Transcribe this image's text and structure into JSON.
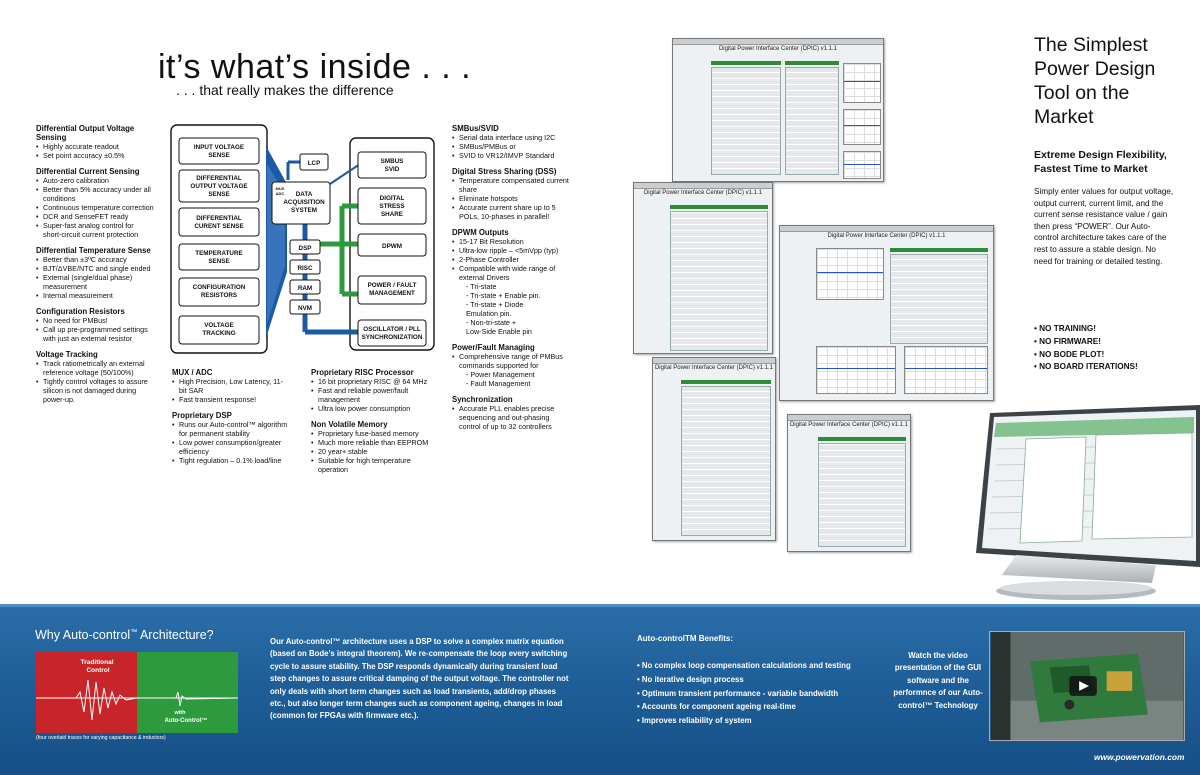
{
  "header": {
    "title": "it’s what’s inside . . .",
    "subtitle": ". . . that really makes the difference"
  },
  "left_col": [
    {
      "h": "Differential Output Voltage Sensing",
      "items": [
        "Highly accurate readout",
        "Set point accuracy ±0.5%"
      ]
    },
    {
      "h": "Differential Current Sensing",
      "items": [
        "Auto-zero calibration",
        "Better than 5% accuracy under all conditions",
        "Continuous temperature correction",
        "DCR and SenseFET ready",
        "Super-fast analog control for short-circuit current protection"
      ]
    },
    {
      "h": "Differential Temperature Sense",
      "items": [
        "Better than ±3ºC accuracy",
        "BJT/ΔVBE/NTC and single ended",
        "External (single/dual phase) measurement",
        "Internal measurement"
      ]
    },
    {
      "h": "Configuration Resistors",
      "items": [
        "No need for PMBus!",
        "Call up pre-programmed settings with just an external resistor"
      ]
    },
    {
      "h": "Voltage Tracking",
      "items": [
        "Track ratiometrically an external reference voltage (50/100%)",
        "Tightly control voltages to assure silicon is not damaged during power-up."
      ]
    }
  ],
  "diagram": {
    "blocks": {
      "input_voltage": "INPUT VOLTAGE SENSE",
      "diff_output": "DIFFERENTIAL OUTPUT VOLTAGE SENSE",
      "diff_current": "DIFFERENTIAL CURENT SENSE",
      "temperature": "TEMPERATURE SENSE",
      "config": "CONFIGURATION RESISTORS",
      "voltage_tracking": "VOLTAGE TRACKING",
      "lcp": "LCP",
      "mux": "MUX ADC",
      "daq": "DATA ACQUISITION SYSTEM",
      "dsp": "DSP",
      "risc": "RISC",
      "ram": "RAM",
      "nvm": "NVM",
      "smbus": "SMBUS SVID",
      "dss": "DIGITAL STRESS SHARE",
      "dpwm": "DPWM",
      "power_fault": "POWER / FAULT MANAGEMENT",
      "osc": "OSCILLATOR / PLL SYNCHRONIZATION"
    }
  },
  "mid_col1": [
    {
      "h": "MUX / ADC",
      "items": [
        "High Precision, Low Latency, 11-bit SAR",
        "Fast transient response!"
      ]
    },
    {
      "h": "Proprietary DSP",
      "items": [
        "Runs our Auto-control™ algorithm for permanent stability",
        "Low power consumption/greater efficiency",
        "Tight regulation – 0.1% load/line"
      ]
    }
  ],
  "mid_col2": [
    {
      "h": "Proprietary RISC Processor",
      "items": [
        "16 bit proprietary RISC @ 64 MHz",
        "Fast and reliable power/fault management",
        "Ultra low power consumption"
      ]
    },
    {
      "h": "Non Volatile Memory",
      "items": [
        "Proprietary fuse-based memory",
        "Much more reliable than EEPROM",
        "20 year+ stable",
        "Suitable for high temperature operation"
      ]
    }
  ],
  "right_text_col": [
    {
      "h": "SMBus/SVID",
      "items": [
        "Serial data interface using I2C",
        "SMBus/PMBus  or",
        "SVID to VR12/IMVP Standard"
      ]
    },
    {
      "h": "Digital Stress Sharing (DSS)",
      "items": [
        "Temperature compensated current share",
        "Eliminate hotspots",
        "Accurate current share up to 5 POLs, 10-phases in parallel!"
      ]
    },
    {
      "h": "DPWM Outputs",
      "items": [
        "15-17 Bit Resolution",
        "Ultra-low ripple – <5mVpp (typ)",
        "2-Phase Controller",
        "Compatible with wide range of external Drivers"
      ],
      "sub": [
        "- Tri-state",
        "- Tri-state + Enable pin.",
        "- Tri-state + Diode",
        "  Emulation pin.",
        "- Non-tri-state +",
        "  Low-Side Enable pin"
      ]
    },
    {
      "h": "Power/Fault Managing",
      "items": [
        "Comprehensive range of PMBus commands supported for"
      ],
      "sub": [
        "- Power Management",
        "- Fault Management"
      ]
    },
    {
      "h": "Synchronization",
      "items": [
        "Accurate PLL enables precise sequencing and out-phasing control of up to 32 controllers"
      ]
    }
  ],
  "screens": {
    "title": "Digital Power Interface Center (DPIC) v1.1.1"
  },
  "sidebar": {
    "title_lines": [
      "The Simplest",
      "Power Design",
      "Tool on the",
      "Market"
    ],
    "subhead_lines": [
      "Extreme Design Flexibility,",
      "Fastest Time to Market"
    ],
    "body": "Simply enter values for output voltage, output current, current limit, and the current sense resistance value / gain then press “POWER”.  Our Auto-control architecture takes care of the rest to assure a stable design. No need for training or detailed testing.",
    "bullets": [
      "• NO TRAINING!",
      "• NO FIRMWARE!",
      "• NO BODE PLOT!",
      "• NO BOARD ITERATIONS!"
    ]
  },
  "band": {
    "why_title": "Why Auto-control",
    "why_tm": "™",
    "why_rest": " Architecture?",
    "traditional": "Traditional Control",
    "with_label": "with",
    "auto_label": "Auto-Control™",
    "trace_note": "(four overlaid traces for varying capacitance & inductors)",
    "paragraph": "Our Auto-control™ architecture uses a DSP to solve a complex matrix equation (based on Bode’s integral theorem). We re-compensate the loop every switching cycle to assure stability. The DSP responds dynamically during transient load step changes to assure critical damping of the output voltage. The controller not only deals with short term changes such as load transients, add/drop phases etc., but also longer term changes such as component ageing, changes in load (common for FPGAs with firmware etc.).",
    "benefits_title": "Auto-controlTM Benefits:",
    "benefits": [
      "• No complex loop compensation calculations and testing",
      "• No iterative design process",
      "• Optimum transient performance - variable bandwidth",
      "• Accounts for component ageing real-time",
      "• Improves reliability of system"
    ],
    "watch": "Watch the video presentation of the GUI software and the performnce of our Auto-control™ Technology",
    "url": "www.powervation.com"
  },
  "colors": {
    "green": "#2e9a3e",
    "blue": "#1f5f99",
    "red": "#c8252a",
    "diagram_blue": "#1a5aa6"
  }
}
